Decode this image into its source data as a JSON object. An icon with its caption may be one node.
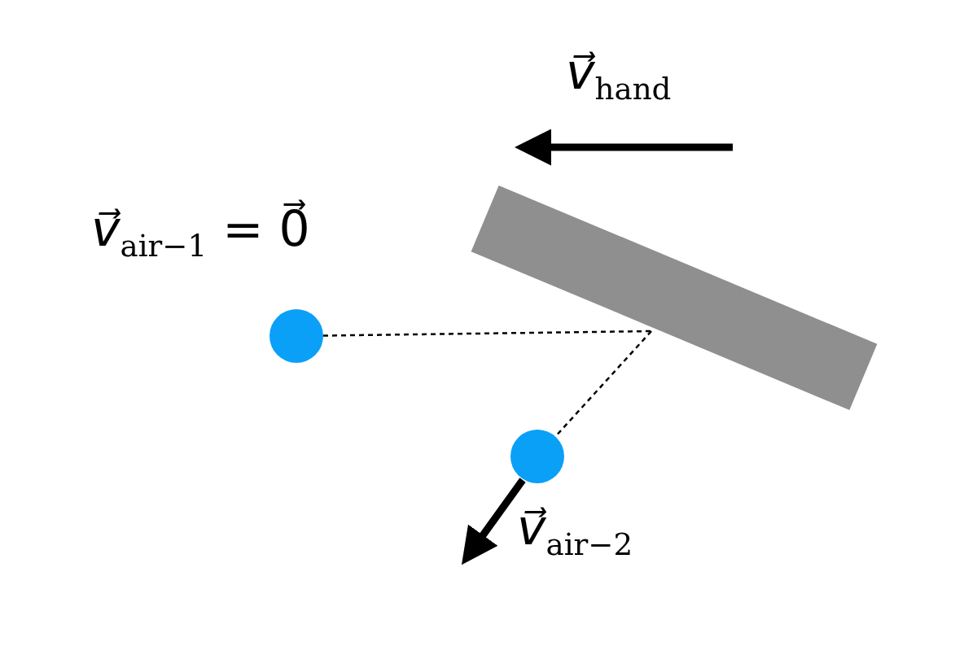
{
  "diagram": {
    "nodes": [
      {
        "text": [],
        "shape": "bar"
      },
      {
        "text": [],
        "shape": "circle"
      },
      {
        "text": [],
        "shape": "circle"
      }
    ],
    "edges": [
      {
        "from": 1,
        "to": 0,
        "arrow": "none",
        "style": "dashed"
      },
      {
        "from": 0,
        "to": 2,
        "arrow": "none",
        "style": "dashed"
      }
    ],
    "labels": [
      "*v⃗*$_{hand}$",
      "*v⃗*$_{air−1}$ = 0⃗",
      "*v⃗*$_{air−2}$"
    ]
  }
}
